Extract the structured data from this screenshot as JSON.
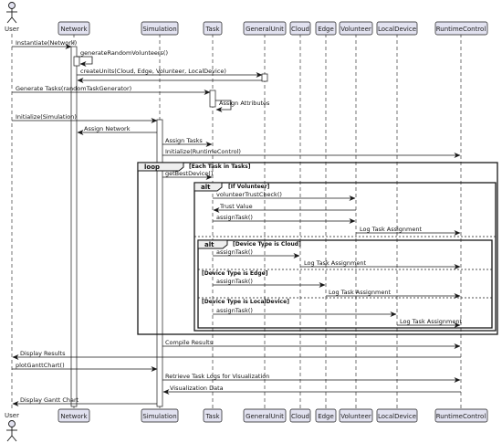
{
  "participants": {
    "user": "User",
    "network": "Network",
    "simulation": "Simulation",
    "task": "Task",
    "general_unit": "GeneralUnit",
    "cloud": "Cloud",
    "edge": "Edge",
    "volunteer": "Volunteer",
    "local_device": "LocalDevice",
    "runtime_control": "RuntimeControl"
  },
  "messages": [
    "Instantiate(Network)",
    "generateRandomVolunteers()",
    "createUnits(Cloud, Edge, Volunteer, LocalDevice)",
    "Generate Tasks(randomTaskGenerator)",
    "Assign Attributes",
    "Initialize(Simulation)",
    "Assign Network",
    "Assign Tasks",
    "Initialize(RuntimeControl)",
    "getBestDevice()",
    "volunteerTrustCheck()",
    "Trust Value",
    "assignTask()",
    "Log Task Assignment",
    "assignTask()",
    "Log Task Assignment",
    "assignTask()",
    "Log Task Assignment",
    "assignTask()",
    "Log Task Assignment",
    "Compile Results",
    "Display Results",
    "plotGanttChart()",
    "Retrieve Task Logs for Visualization",
    "Visualization Data",
    "Display Gantt Chart"
  ],
  "fragments": {
    "loop_keyword": "loop",
    "loop_condition": "[Each Task in Tasks]",
    "alt1_keyword": "alt",
    "alt1_condition": "[If Volunteer]",
    "alt2_keyword": "alt",
    "alt2_condition1": "[Device Type is Cloud]",
    "alt2_condition2": "[Device Type is Edge]",
    "alt2_condition3": "[Device Type is LocalDevice]"
  },
  "colors": {
    "participant_fill": "#e2e2f0",
    "participant_border": "#181818",
    "line": "#181818",
    "activation_fill": "#ffffff"
  }
}
